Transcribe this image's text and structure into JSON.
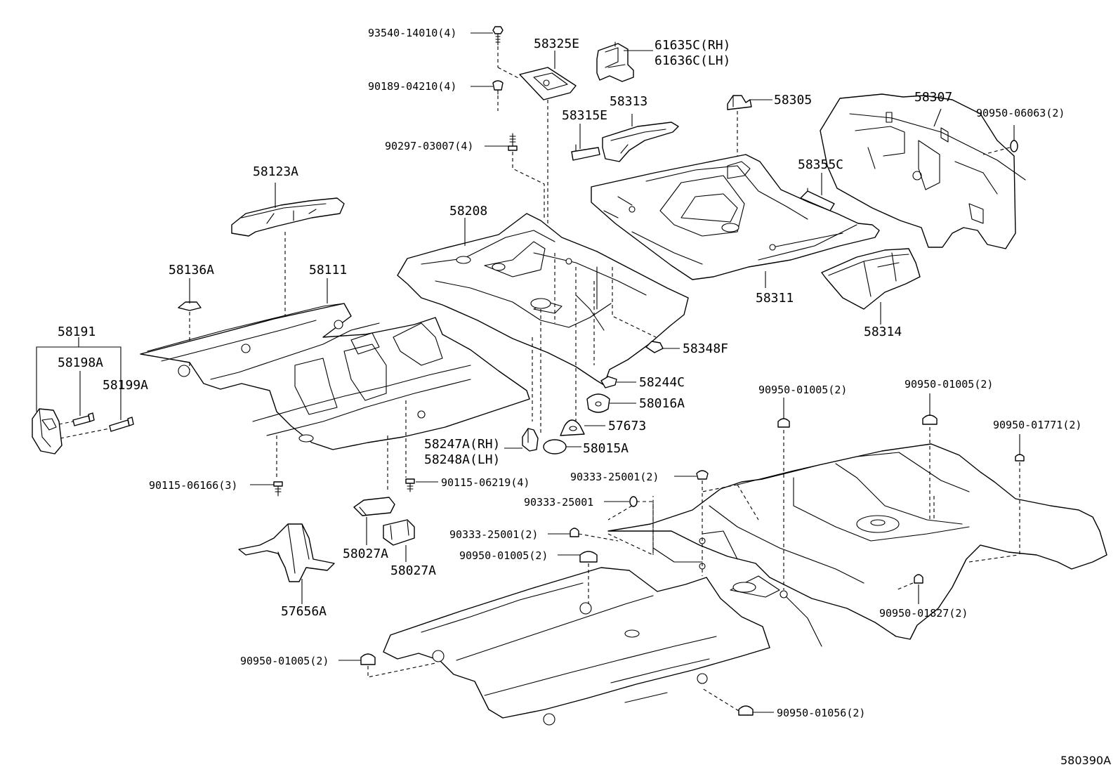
{
  "diagram_code": "580390A",
  "labels": {
    "p93540": "93540-14010(4)",
    "p58325E": "58325E",
    "p61635C": "61635C(RH)",
    "p61636C": "61636C(LH)",
    "p90189": "90189-04210(4)",
    "p58313": "58313",
    "p58305": "58305",
    "p58307": "58307",
    "p90950_06063": "90950-06063(2)",
    "p58315E": "58315E",
    "p90297": "90297-03007(4)",
    "p58123A": "58123A",
    "p58355C": "58355C",
    "p58208": "58208",
    "p58136A": "58136A",
    "p58111": "58111",
    "p58311": "58311",
    "p58314": "58314",
    "p58191": "58191",
    "p58198A": "58198A",
    "p58199A": "58199A",
    "p58348F": "58348F",
    "p58244C": "58244C",
    "p58016A": "58016A",
    "p57673": "57673",
    "p58015A": "58015A",
    "p58247A": "58247A(RH)",
    "p58248A": "58248A(LH)",
    "p90950_01005_a": "90950-01005(2)",
    "p90950_01005_b": "90950-01005(2)",
    "p90950_01771": "90950-01771(2)",
    "p90115_06166": "90115-06166(3)",
    "p90115_06219": "90115-06219(4)",
    "p90333_25001_a": "90333-25001(2)",
    "p90333_25001_b": "90333-25001",
    "p90333_25001_c": "90333-25001(2)",
    "p90950_01005_c": "90950-01005(2)",
    "p58027A_a": "58027A",
    "p58027A_b": "58027A",
    "p57656A": "57656A",
    "p90950_01827": "90950-01827(2)",
    "p90950_01005_d": "90950-01005(2)",
    "p90950_01056": "90950-01056(2)"
  }
}
